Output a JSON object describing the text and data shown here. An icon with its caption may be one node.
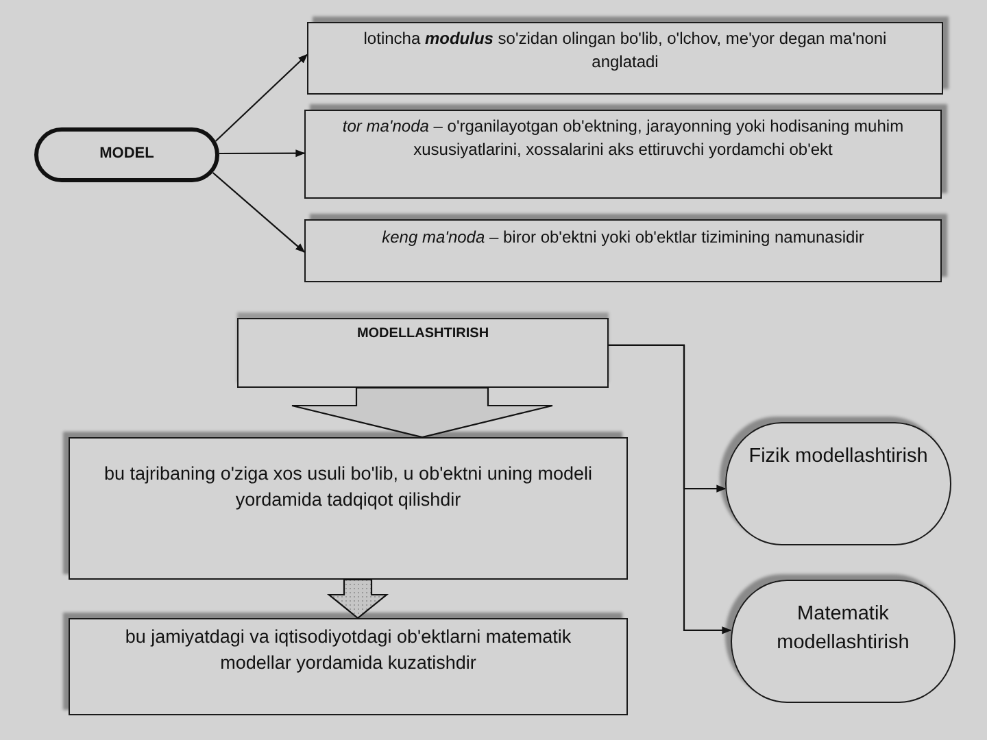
{
  "diagram": {
    "nodes": [
      {
        "text": [
          "MODEL"
        ]
      },
      {
        "text": [
          "lotincha **modulus** so'zidan olingan bo'lib, o'lchov, me'yor degan ma'noni anglatadi"
        ]
      },
      {
        "text": [
          "*tor ma'noda* – o'rganilayotgan ob'ektning, jarayonning yoki hodisaning muhim xususiyatlarini, xossalarini aks ettiruvchi yordamchi ob'ekt"
        ]
      },
      {
        "text": [
          "*keng ma'noda* – biror ob'ektni yoki ob'ektlar tizimining namunasidir"
        ]
      },
      {
        "text": [
          "MODELLASHTIRISH"
        ]
      },
      {
        "text": [
          "bu tajribaning o'ziga xos usuli bo'lib, u ob'ektni uning modeli yordamida tadqiqot qilishdir"
        ]
      },
      {
        "text": [
          "bu jamiyatdagi va iqtisodiyotdagi ob'ektlarni matematik modellar yordamida kuzatishdir"
        ]
      },
      {
        "text": [
          "Fizik modellashtirish"
        ]
      },
      {
        "text": [
          "Matematik modellashtirish"
        ]
      }
    ],
    "edges": [
      {
        "from": 0,
        "to": 1,
        "arrow": "to"
      },
      {
        "from": 0,
        "to": 2,
        "arrow": "to"
      },
      {
        "from": 0,
        "to": 3,
        "arrow": "to"
      },
      {
        "from": 4,
        "to": 5,
        "arrow": "to"
      },
      {
        "from": 5,
        "to": 6,
        "arrow": "to"
      },
      {
        "from": 4,
        "to": 7,
        "arrow": "to"
      },
      {
        "from": 4,
        "to": 8,
        "arrow": "to"
      }
    ]
  }
}
